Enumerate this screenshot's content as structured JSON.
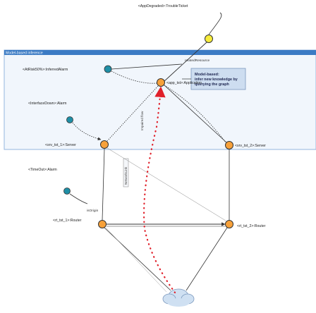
{
  "title": "<AppDegraded>:TroubleTicket",
  "band_title": "Model-based inference",
  "related_label": "relatedResource",
  "nodes": {
    "risk": "<AtRisk50%>:InferredAlarm",
    "interface_down": "<InterfaceDown>:Alarm",
    "app": "<app_tst>:Application",
    "srv1": "<srv_tst_1>:Server",
    "srv2": "<srv_tst_2>:Server",
    "timeout": "<TimeOut>:Alarm",
    "orig": "isOrigin",
    "router1": "<rt_tst_1>:Router",
    "router2": "<rt_tst_2>:Router"
  },
  "callout_lines": [
    "Model-based:",
    "infer new knowledge by",
    "querying the graph"
  ],
  "impaired_flow_label": "Impaired flow",
  "network_link_label": "NetworkLink",
  "colors": {
    "band": "#3b7bc4",
    "band_fill": "#e6f0fa",
    "yellow": "#f7ec3b",
    "orange": "#f7a13a",
    "teal": "#1f8fa6",
    "red_flow": "#e0202a",
    "cloud": "#cfe0f2",
    "callout_fill": "#cdddf0"
  }
}
